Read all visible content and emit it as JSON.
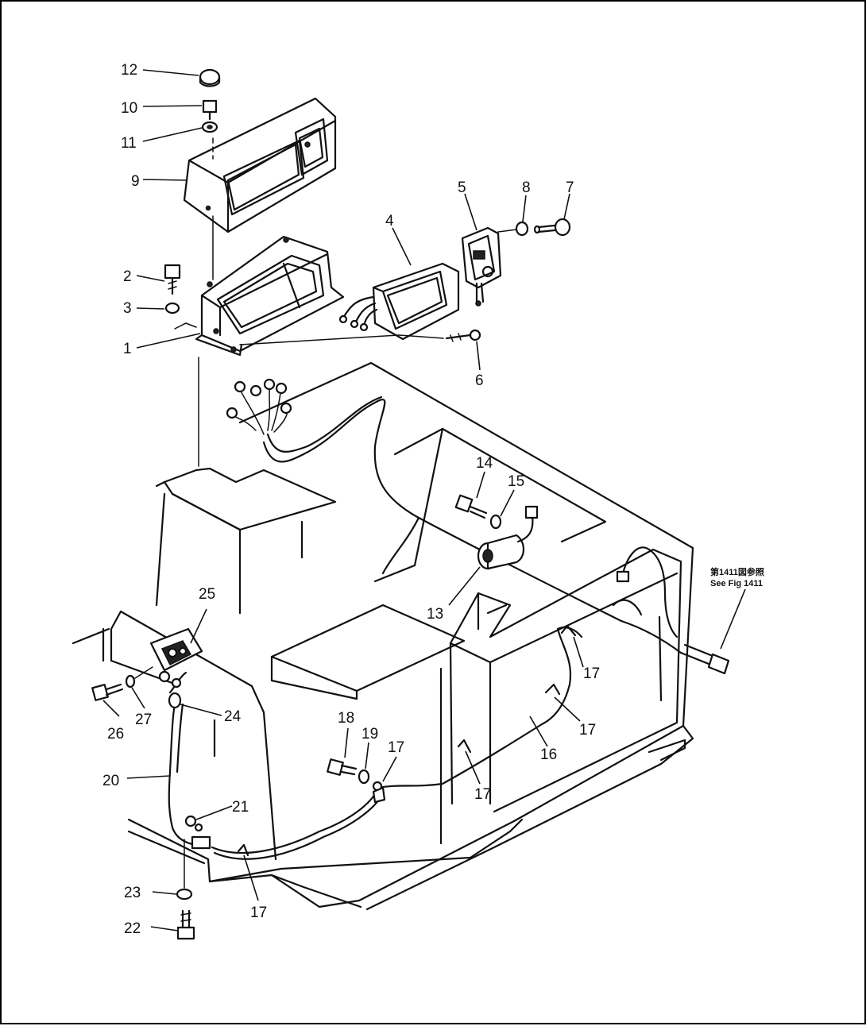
{
  "callouts": {
    "c1": "1",
    "c2": "2",
    "c3": "3",
    "c4": "4",
    "c5": "5",
    "c6": "6",
    "c7": "7",
    "c8": "8",
    "c9": "9",
    "c10": "10",
    "c11": "11",
    "c12": "12",
    "c13": "13",
    "c14": "14",
    "c15": "15",
    "c16": "16",
    "c17a": "17",
    "c17b": "17",
    "c17c": "17",
    "c17d": "17",
    "c17e": "17",
    "c18": "18",
    "c19": "19",
    "c20": "20",
    "c21": "21",
    "c22": "22",
    "c23": "23",
    "c24": "24",
    "c25": "25",
    "c26": "26",
    "c27": "27"
  },
  "reference_note": {
    "line1": "第1411図参照",
    "line2": "See Fig 1411"
  }
}
